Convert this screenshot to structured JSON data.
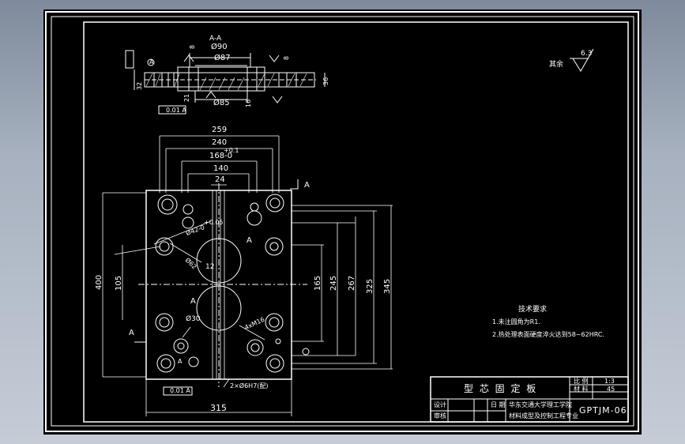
{
  "section": {
    "label": "A-A"
  },
  "dims": {
    "d90": "Ø90",
    "d87": "Ø87",
    "d85": "Ø85",
    "eight_a": "8",
    "eight_b": "8",
    "sixteen": "16",
    "twentyone": "21",
    "thirtysix": "36",
    "thirtytwo": "32",
    "w259": "259",
    "w240": "240",
    "w168": "168-0",
    "w168_tol": "+0.1",
    "w140": "140",
    "w24": "24",
    "h400": "400",
    "h105": "105",
    "h165": "165",
    "h245": "245",
    "h267": "267",
    "h325": "325",
    "h345": "345",
    "w315": "315",
    "r12": "12",
    "d42": "Ø42-0",
    "d42_tol": "+0.05",
    "r62": "Ø62",
    "d30": "Ø30",
    "holes": "4xM16",
    "pin": "2×Ø6H7(配)",
    "flat": "0.01 A"
  },
  "marks": {
    "a": "A",
    "b": "A",
    "c": "A",
    "d": "A",
    "e": "A",
    "f": "A"
  },
  "roughness": {
    "label": "其余",
    "value": "6.3"
  },
  "notes": {
    "title": "技术要求",
    "items": [
      "1.未注圆角为R1.",
      "2.热处理表面硬度淬火达到58~62HRC."
    ]
  },
  "title_block": {
    "name": "型 芯 固 定 板",
    "scale_label": "比 例",
    "scale_value": "1:3",
    "material_label": "材 料",
    "material_value": "45",
    "drawing_no": "GPTJM-06",
    "row_designer": "设计",
    "row_date": "日 期",
    "row_school": "华东交通大学理工学院",
    "row_major": "材料成型及控制工程专业",
    "row_check": "审核"
  }
}
